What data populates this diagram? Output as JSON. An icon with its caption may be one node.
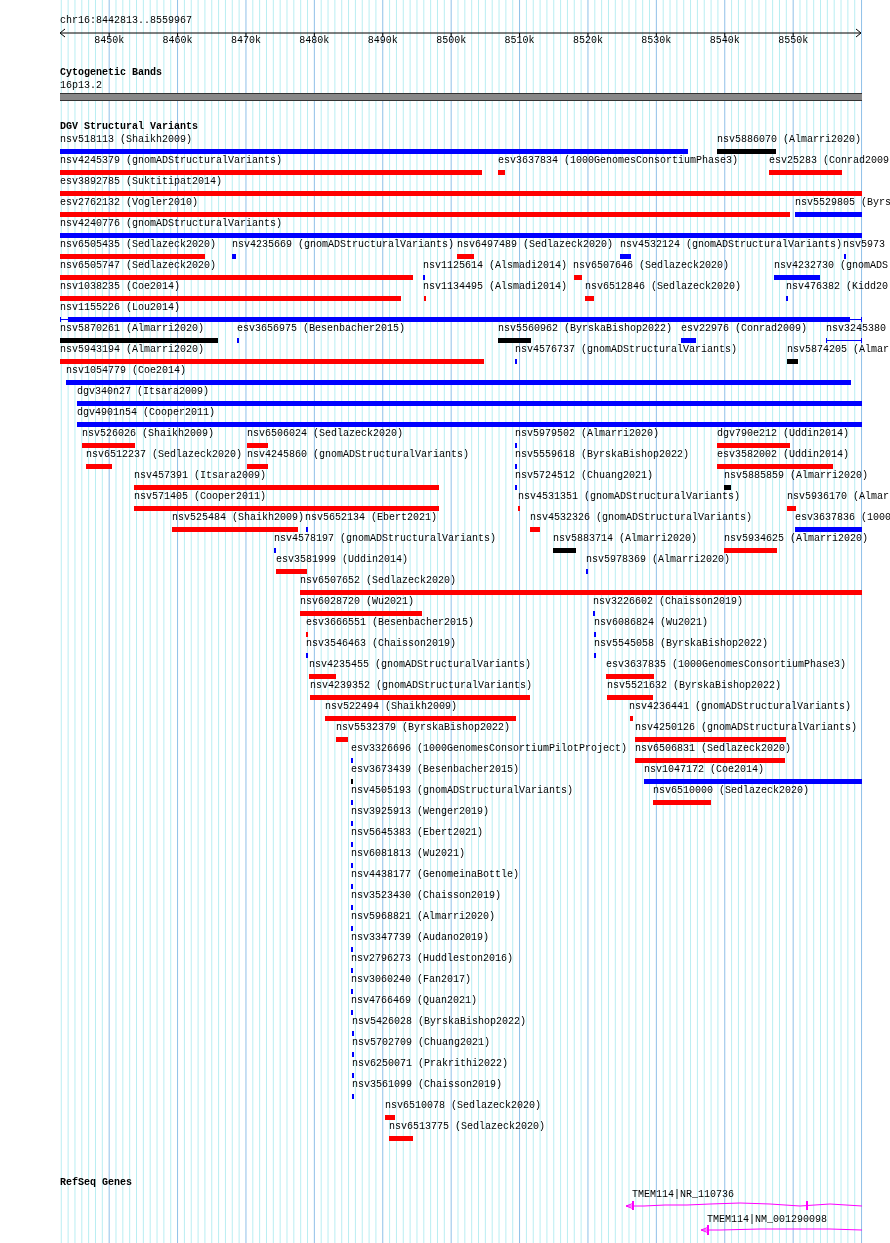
{
  "diagram": {
    "labels": [
      "chr16:8442813..8559967",
      "8450k",
      "8460k",
      "8470k",
      "8480k",
      "8490k",
      "8500k",
      "8510k",
      "8520k",
      "8530k",
      "8540k",
      "8550k",
      "Cytogenetic Bands",
      "16p13.2",
      "DGV Structural Variants",
      "nsv518113 (Shaikh2009)",
      "nsv5886070 (Almarri2020)",
      "nsv4245379 (gnomADStructuralVariants)",
      "esv3637834 (1000GenomesConsortiumPhase3)",
      "esv25283 (Conrad2009",
      "esv3892785 (Suktitipat2014)",
      "esv2762132 (Vogler2010)",
      "nsv5529805 (Byrs",
      "nsv4240776 (gnomADStructuralVariants)",
      "nsv6505435 (Sedlazeck2020)",
      "nsv4235669 (gnomADStructuralVariants)",
      "nsv6497489 (Sedlazeck2020)",
      "nsv4532124 (gnomADStructuralVariants)",
      "nsv5973",
      "nsv6505747 (Sedlazeck2020)",
      "nsv1125614 (Alsmadi2014)",
      "nsv6507646 (Sedlazeck2020)",
      "nsv4232730 (gnomADS",
      "nsv1038235 (Coe2014)",
      "nsv1134495 (Alsmadi2014)",
      "nsv6512846 (Sedlazeck2020)",
      "nsv476382 (Kidd20",
      "nsv1155226 (Lou2014)",
      "nsv5870261 (Almarri2020)",
      "esv3656975 (Besenbacher2015)",
      "nsv5560962 (ByrskaBishop2022)",
      "esv22976 (Conrad2009)",
      "nsv3245380",
      "nsv5943194 (Almarri2020)",
      "nsv4576737 (gnomADStructuralVariants)",
      "nsv5874205 (Almar",
      "nsv1054779 (Coe2014)",
      "dgv340n27 (Itsara2009)",
      "dgv4901n54 (Cooper2011)",
      "nsv526026 (Shaikh2009)",
      "nsv6506024 (Sedlazeck2020)",
      "nsv5979502 (Almarri2020)",
      "dgv790e212 (Uddin2014)",
      "nsv6512237 (Sedlazeck2020)",
      "nsv4245860 (gnomADStructuralVariants)",
      "nsv5559618 (ByrskaBishop2022)",
      "esv3582002 (Uddin2014)",
      "nsv457391 (Itsara2009)",
      "nsv5724512 (Chuang2021)",
      "nsv5885859 (Almarri2020)",
      "nsv571405 (Cooper2011)",
      "nsv4531351 (gnomADStructuralVariants)",
      "nsv5936170 (Almar",
      "nsv525484 (Shaikh2009)",
      "nsv5652134 (Ebert2021)",
      "nsv4532326 (gnomADStructuralVariants)",
      "esv3637836 (1000",
      "nsv4578197 (gnomADStructuralVariants)",
      "nsv5883714 (Almarri2020)",
      "nsv5934625 (Almarri2020)",
      "esv3581999 (Uddin2014)",
      "nsv5978369 (Almarri2020)",
      "nsv6507652 (Sedlazeck2020)",
      "nsv6028720 (Wu2021)",
      "nsv3226602 (Chaisson2019)",
      "esv3666551 (Besenbacher2015)",
      "nsv6086824 (Wu2021)",
      "nsv3546463 (Chaisson2019)",
      "nsv5545058 (ByrskaBishop2022)",
      "nsv4235455 (gnomADStructuralVariants)",
      "esv3637835 (1000GenomesConsortiumPhase3)",
      "nsv4239352 (gnomADStructuralVariants)",
      "nsv5521632 (ByrskaBishop2022)",
      "nsv522494 (Shaikh2009)",
      "nsv4236441 (gnomADStructuralVariants)",
      "nsv5532379 (ByrskaBishop2022)",
      "nsv4250126 (gnomADStructuralVariants)",
      "esv3326696 (1000GenomesConsortiumPilotProject)",
      "nsv6506831 (Sedlazeck2020)",
      "esv3673439 (Besenbacher2015)",
      "nsv1047172 (Coe2014)",
      "nsv4505193 (gnomADStructuralVariants)",
      "nsv6510000 (Sedlazeck2020)",
      "nsv3925913 (Wenger2019)",
      "nsv5645383 (Ebert2021)",
      "nsv6081813 (Wu2021)",
      "nsv4438177 (GenomeinaBottle)",
      "nsv3523430 (Chaisson2019)",
      "nsv5968821 (Almarri2020)",
      "nsv3347739 (Audano2019)",
      "nsv2796273 (Huddleston2016)",
      "nsv3060240 (Fan2017)",
      "nsv4766469 (Quan2021)",
      "nsv5426028 (ByrskaBishop2022)",
      "nsv5702709 (Chuang2021)",
      "nsv6250071 (Prakrithi2022)",
      "nsv3561099 (Chaisson2019)",
      "nsv6510078 (Sedlazeck2020)",
      "nsv6513775 (Sedlazeck2020)",
      "RefSeq Genes",
      "TMEM114|NR_110736",
      "TMEM114|NM_001290098"
    ]
  }
}
